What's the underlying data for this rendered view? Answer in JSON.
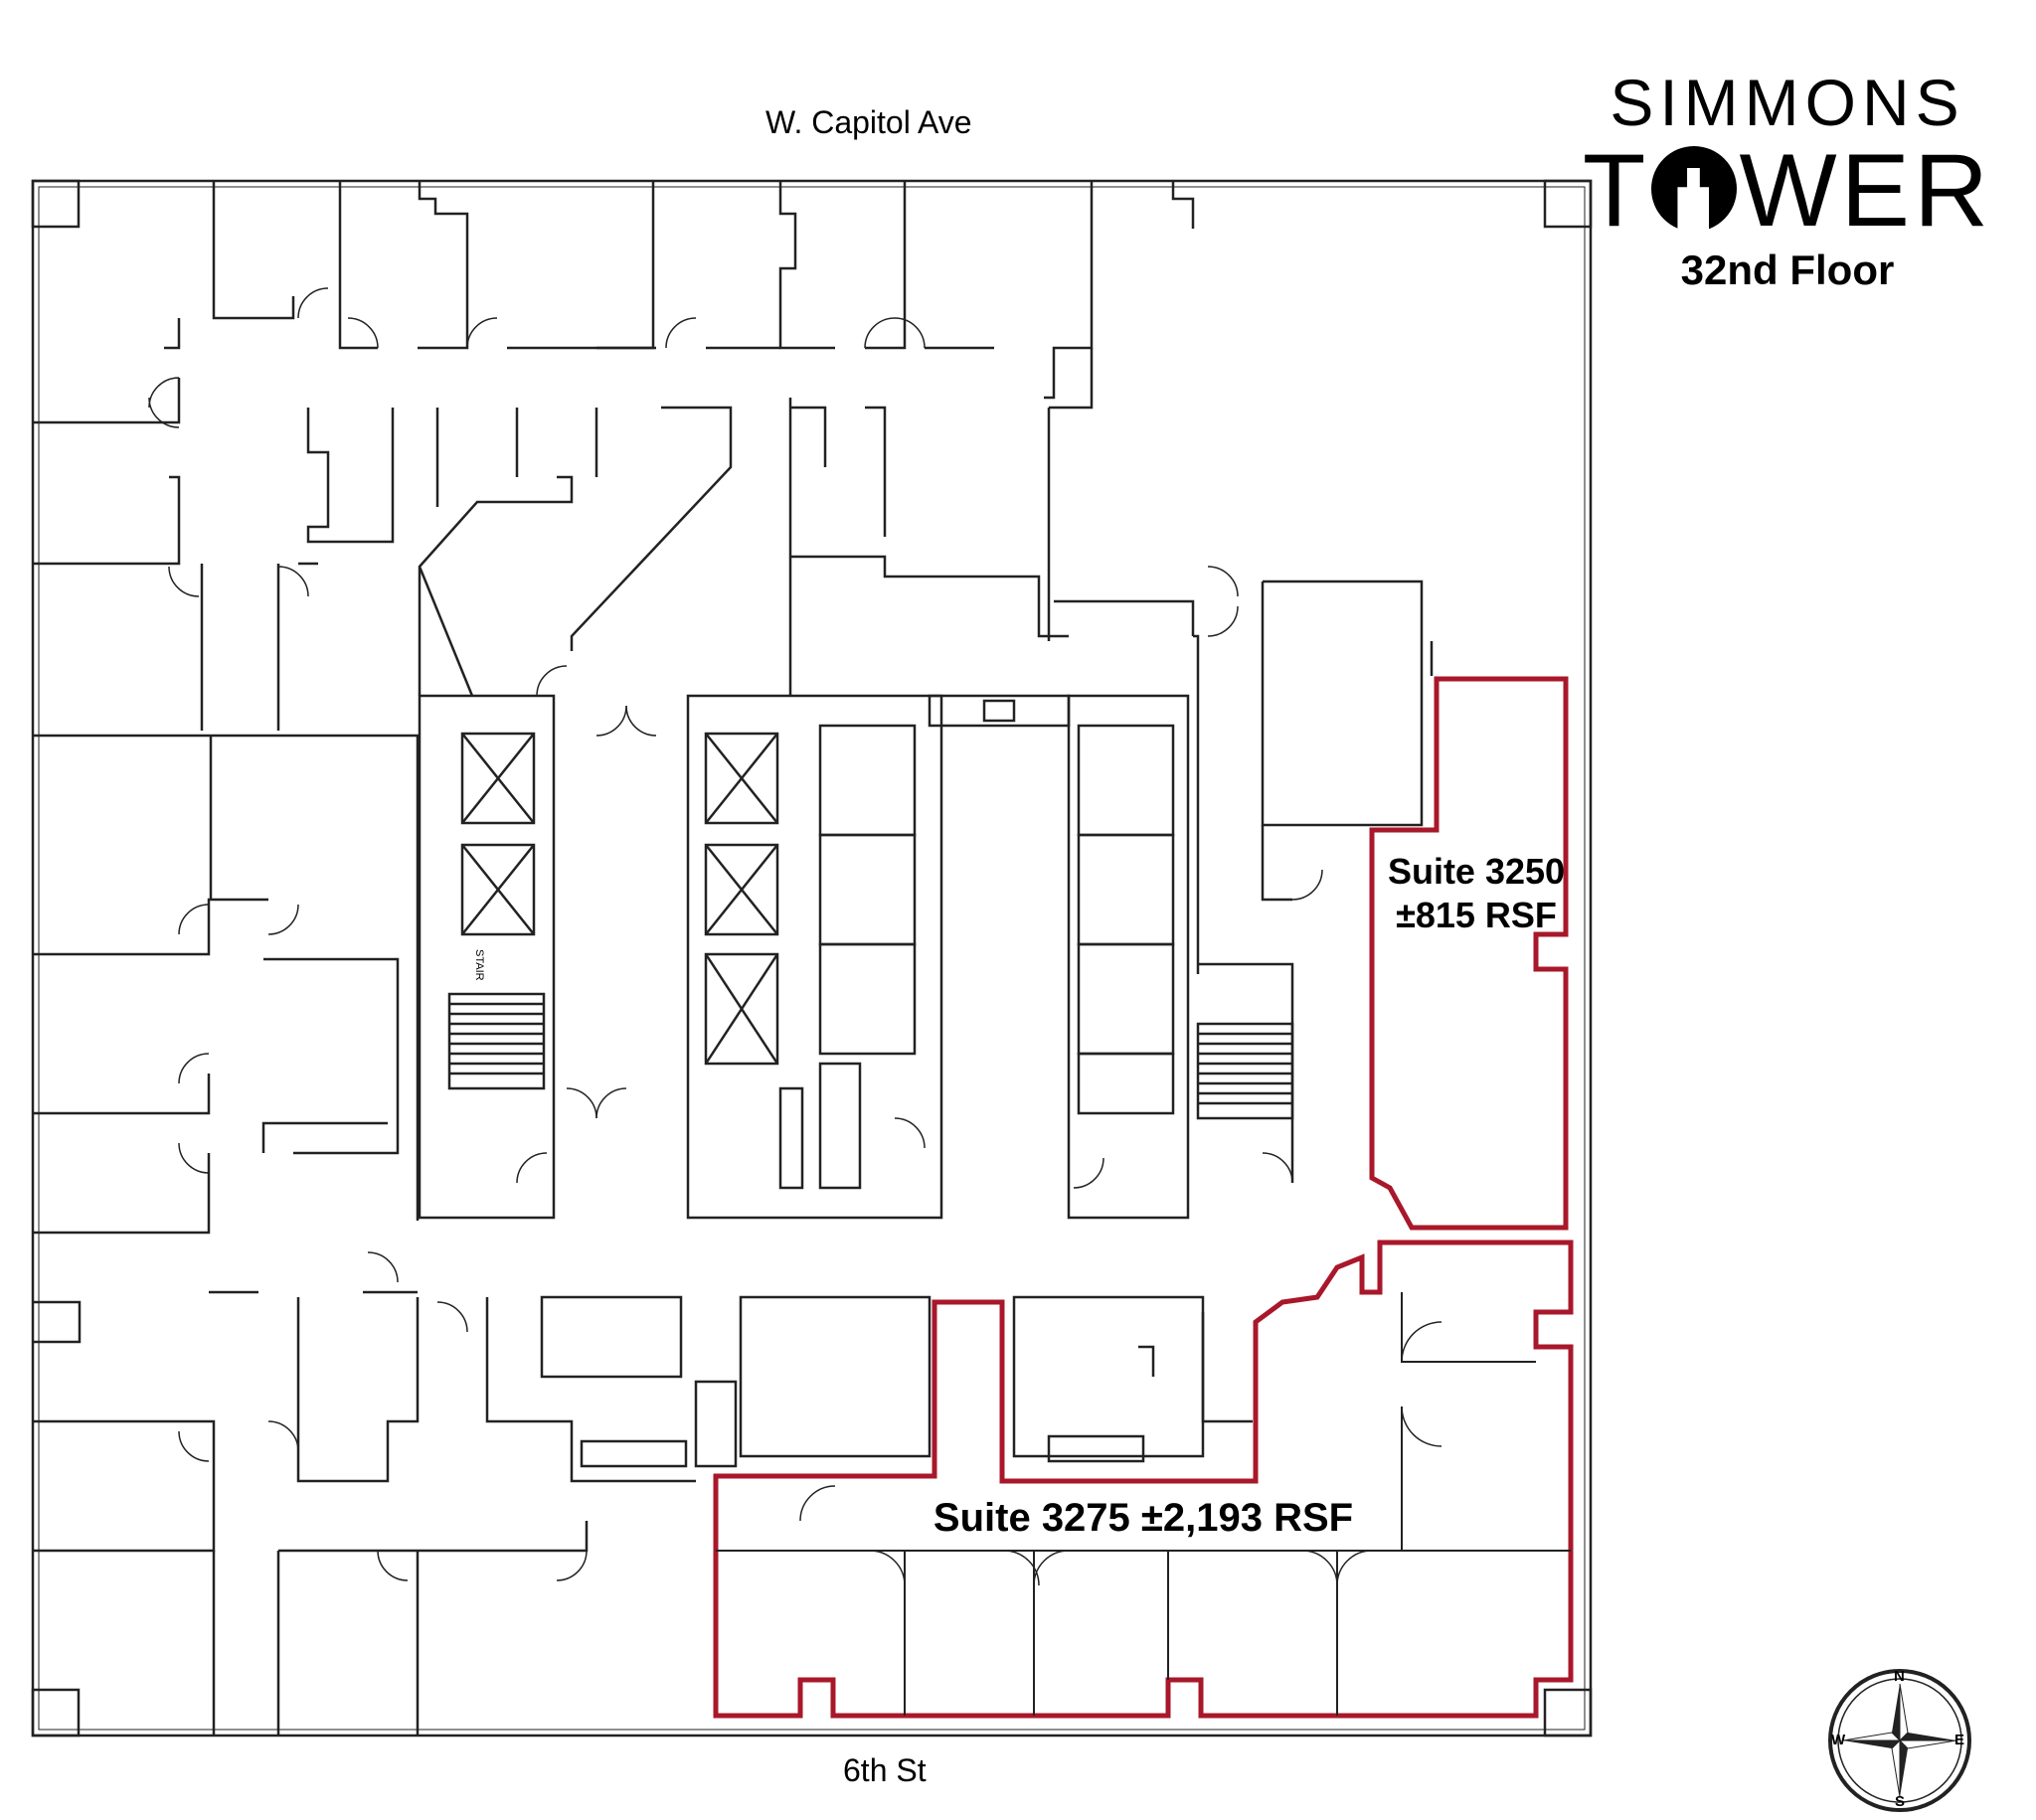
{
  "streets": {
    "north": "W. Capitol Ave",
    "south": "6th St"
  },
  "brand": {
    "line1": "SIMMONS",
    "line2_left": "T",
    "line2_right": "WER",
    "floor": "32nd Floor"
  },
  "suites": [
    {
      "name": "Suite 3250",
      "area": "±815 RSF",
      "highlight_color": "#a8182a"
    },
    {
      "name": "Suite 3275",
      "area": "±2,193 RSF",
      "full_label": "Suite 3275 ±2,193 RSF",
      "highlight_color": "#a8182a"
    }
  ],
  "core_labels": {
    "stair": "STAIR"
  },
  "compass": {
    "n": "N",
    "s": "S",
    "e": "E",
    "w": "W"
  }
}
